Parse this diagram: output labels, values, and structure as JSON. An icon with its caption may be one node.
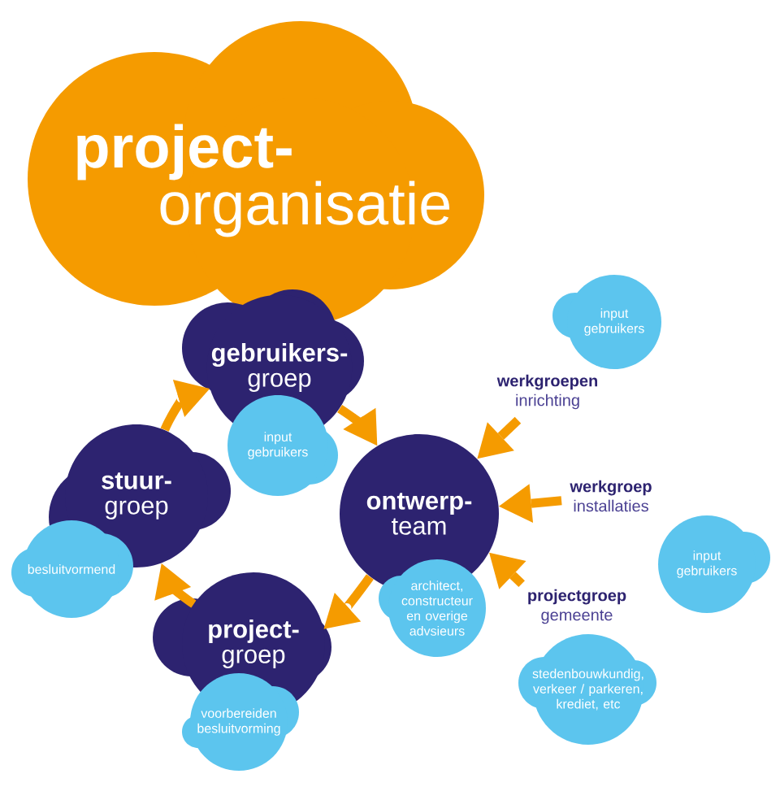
{
  "diagram": {
    "nodes": [
      {
        "text": [
          "project-",
          "organisatie"
        ]
      },
      {
        "text": [
          "gebruikers-",
          "groep"
        ]
      },
      {
        "text": [
          "input gebruikers"
        ]
      },
      {
        "text": [
          "stuur-",
          "groep"
        ]
      },
      {
        "text": [
          "besluitvormend"
        ]
      },
      {
        "text": [
          "ontwerp-",
          "team"
        ]
      },
      {
        "text": [
          "architect, constructeur en overige advsieurs"
        ]
      },
      {
        "text": [
          "project-",
          "groep"
        ]
      },
      {
        "text": [
          "voorbereiden besluitvorming"
        ]
      },
      {
        "text": [
          "input gebruikers"
        ]
      },
      {
        "text": [
          "werkgroepen",
          "inrichting"
        ]
      },
      {
        "text": [
          "werkgroep",
          "installaties"
        ]
      },
      {
        "text": [
          "input gebruikers"
        ]
      },
      {
        "text": [
          "projectgroep",
          "gemeente"
        ]
      },
      {
        "text": [
          "stedenbouwkundig, verkeer / parkeren, krediet, etc"
        ]
      }
    ],
    "edges": [
      {
        "from": 3,
        "to": 1,
        "arrow": "to"
      },
      {
        "from": 1,
        "to": 5,
        "arrow": "to"
      },
      {
        "from": 5,
        "to": 7,
        "arrow": "to"
      },
      {
        "from": 7,
        "to": 3,
        "arrow": "to"
      },
      {
        "from": 10,
        "to": 5,
        "arrow": "to"
      },
      {
        "from": 11,
        "to": 5,
        "arrow": "to"
      },
      {
        "from": 13,
        "to": 5,
        "arrow": "to"
      }
    ]
  }
}
